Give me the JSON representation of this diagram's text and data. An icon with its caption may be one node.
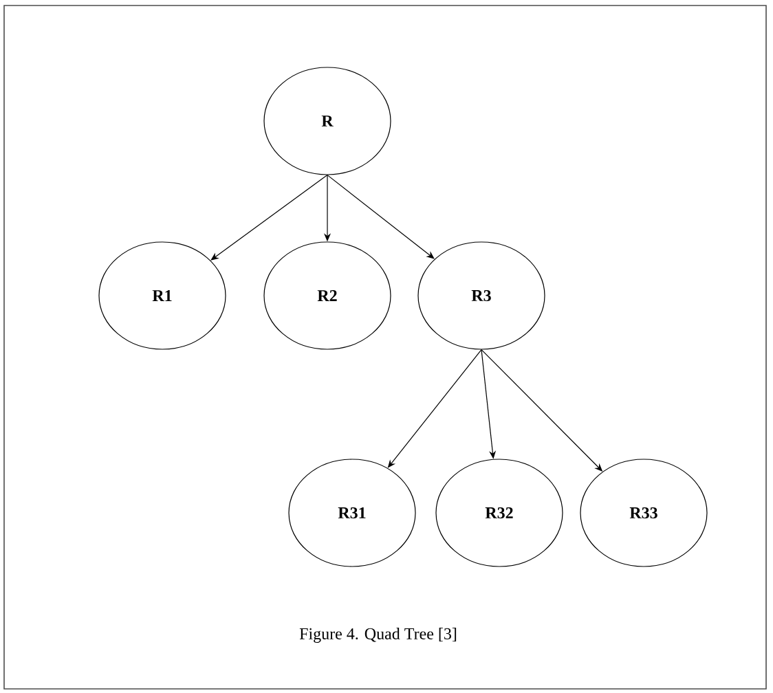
{
  "diagram": {
    "caption": "Figure 4. Quad Tree [3]",
    "nodes": [
      {
        "text": [
          "R"
        ]
      },
      {
        "text": [
          "R1"
        ]
      },
      {
        "text": [
          "R2"
        ]
      },
      {
        "text": [
          "R3"
        ]
      },
      {
        "text": [
          "R31"
        ]
      },
      {
        "text": [
          "R32"
        ]
      },
      {
        "text": [
          "R33"
        ]
      }
    ],
    "edges": [
      {
        "from": 0,
        "to": 1,
        "arrow": "to"
      },
      {
        "from": 0,
        "to": 2,
        "arrow": "to"
      },
      {
        "from": 0,
        "to": 3,
        "arrow": "to"
      },
      {
        "from": 3,
        "to": 4,
        "arrow": "to"
      },
      {
        "from": 3,
        "to": 5,
        "arrow": "to"
      },
      {
        "from": 3,
        "to": 6,
        "arrow": "to"
      }
    ]
  }
}
